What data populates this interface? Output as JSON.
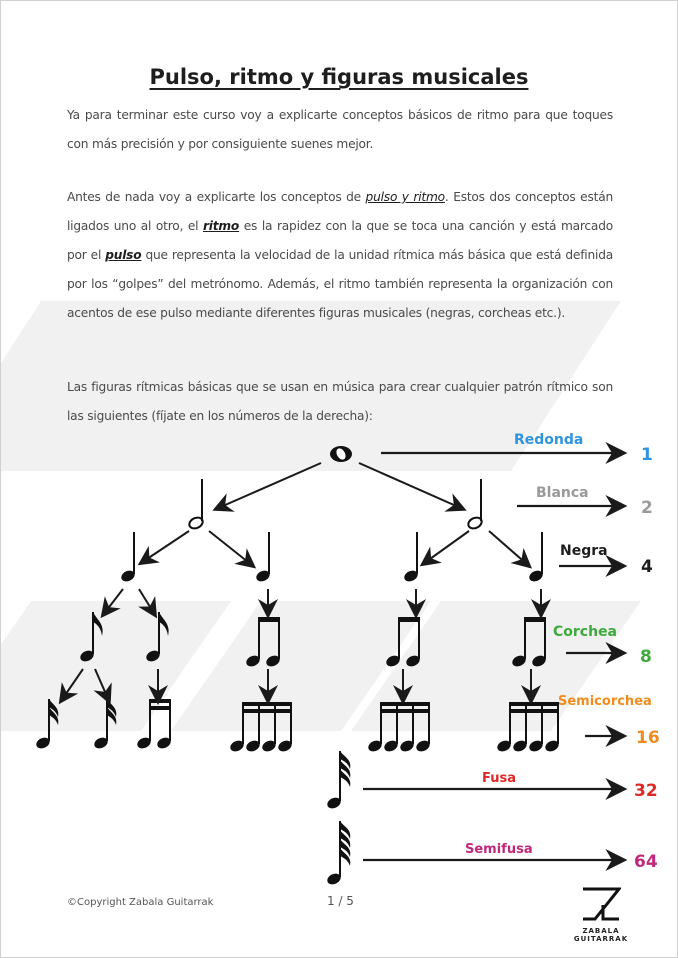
{
  "document": {
    "title": "Pulso, ritmo y figuras musicales",
    "paragraph1": "Ya para terminar este curso voy a explicarte conceptos básicos de ritmo para que toques con más precisión y por consiguiente suenes mejor.",
    "paragraph2": {
      "part1": "Antes de nada voy a explicarte los conceptos de ",
      "term1": "pulso y ritmo",
      "part2": ". Estos dos conceptos están ligados uno al otro, el ",
      "term2": "ritmo",
      "part3": " es la rapidez con la que se toca una canción y está marcado por el ",
      "term3": "pulso",
      "part4": " que representa la velocidad de la unidad rítmica más básica que está definida por los “golpes” del metrónomo. Además, el ritmo también representa la organización con acentos de ese pulso mediante diferentes figuras musicales (negras, corcheas etc.)."
    },
    "paragraph3": "Las figuras rítmicas básicas que se usan en música para crear cualquier patrón rítmico son las siguientes (fíjate en los números de la derecha):"
  },
  "figures": [
    {
      "name": "Redonda",
      "count": "1",
      "color": "#2f95e0"
    },
    {
      "name": "Blanca",
      "count": "2",
      "color": "#9a9a9a"
    },
    {
      "name": "Negra",
      "count": "4",
      "color": "#1e1e1e"
    },
    {
      "name": "Corchea",
      "count": "8",
      "color": "#3caa3c"
    },
    {
      "name": "Semicorchea",
      "count": "16",
      "color": "#f08c1e"
    },
    {
      "name": "Fusa",
      "count": "32",
      "color": "#e02828"
    },
    {
      "name": "Semifusa",
      "count": "64",
      "color": "#c0287a"
    }
  ],
  "footer": {
    "copyright": "©Copyright Zabala Guitarrak",
    "page": "1 / 5",
    "brand": "ZABALA GUITARRAK"
  }
}
